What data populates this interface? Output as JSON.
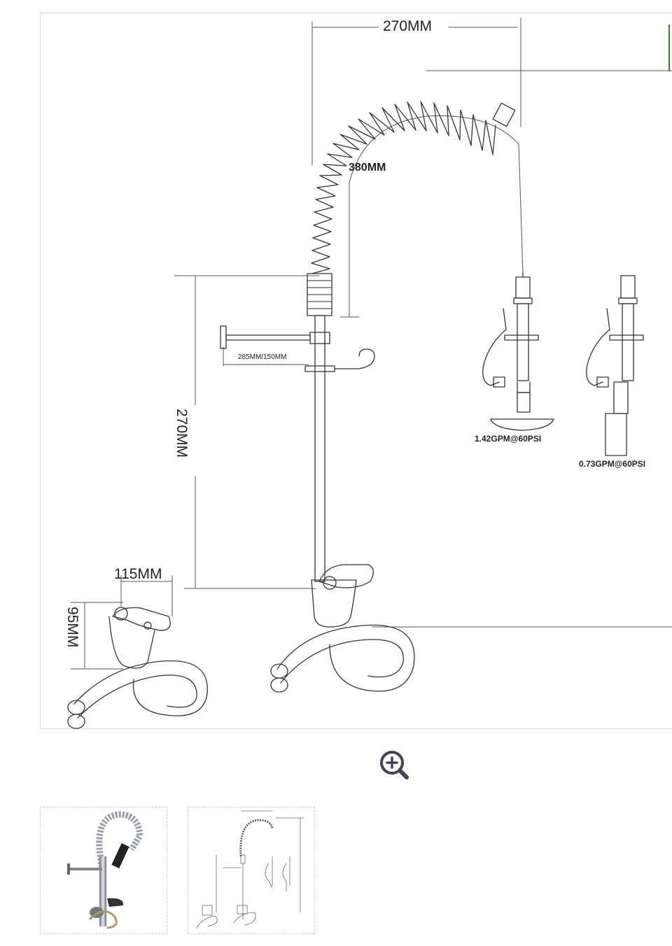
{
  "product_gallery": {
    "dimensions": {
      "top_width": "270MM",
      "spring_length": "380MM",
      "arm_length": "285MM/150MM",
      "column_height": "270MM",
      "base_width": "115MM",
      "base_height": "95MM"
    },
    "spray_heads": [
      {
        "flow_rate": "1.42GPM@60PSI"
      },
      {
        "flow_rate": "0.73GPM@60PSI"
      }
    ],
    "zoom": {
      "icon": "zoom-in-icon"
    },
    "thumbnails": [
      {
        "icon": "faucet-photo-thumbnail"
      },
      {
        "icon": "faucet-drawing-thumbnail"
      }
    ]
  }
}
